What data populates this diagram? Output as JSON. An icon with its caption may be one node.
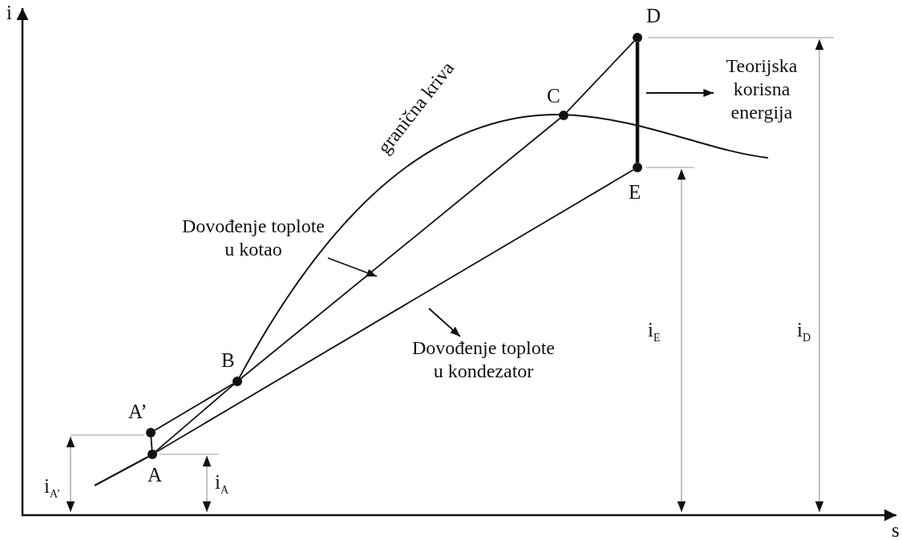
{
  "diagram": {
    "nodes": [
      {
        "text": [
          "A’"
        ]
      },
      {
        "text": [
          "A"
        ]
      },
      {
        "text": [
          "B"
        ]
      },
      {
        "text": [
          "C"
        ]
      },
      {
        "text": [
          "D"
        ]
      },
      {
        "text": [
          "E"
        ]
      },
      {
        "text": [
          "Dovođenje toplote u kotao"
        ]
      },
      {
        "text": [
          "Dovođenje toplote u kondezator"
        ]
      },
      {
        "text": [
          "Teorijska korisna energija"
        ]
      }
    ],
    "edges": [
      {
        "from": 1,
        "to": 0,
        "arrow": "none"
      },
      {
        "from": 0,
        "to": 2,
        "arrow": "none"
      },
      {
        "from": 1,
        "to": 2,
        "arrow": "none"
      },
      {
        "from": 2,
        "to": 3,
        "arrow": "none"
      },
      {
        "from": 3,
        "to": 4,
        "arrow": "none"
      },
      {
        "from": 1,
        "to": 5,
        "arrow": "none"
      },
      {
        "from": 4,
        "to": 5,
        "arrow": "none",
        "style": "thick"
      },
      {
        "from": 6,
        "to": null,
        "arrow": "to"
      },
      {
        "from": null,
        "to": 7,
        "arrow": "to"
      },
      {
        "from": null,
        "to": 8,
        "arrow": "to"
      }
    ],
    "labels": [
      "i",
      "s",
      "granična kriva",
      "i$_{A’}$",
      "i$_{A}$",
      "i$_{E}$",
      "i$_{D}$"
    ]
  }
}
